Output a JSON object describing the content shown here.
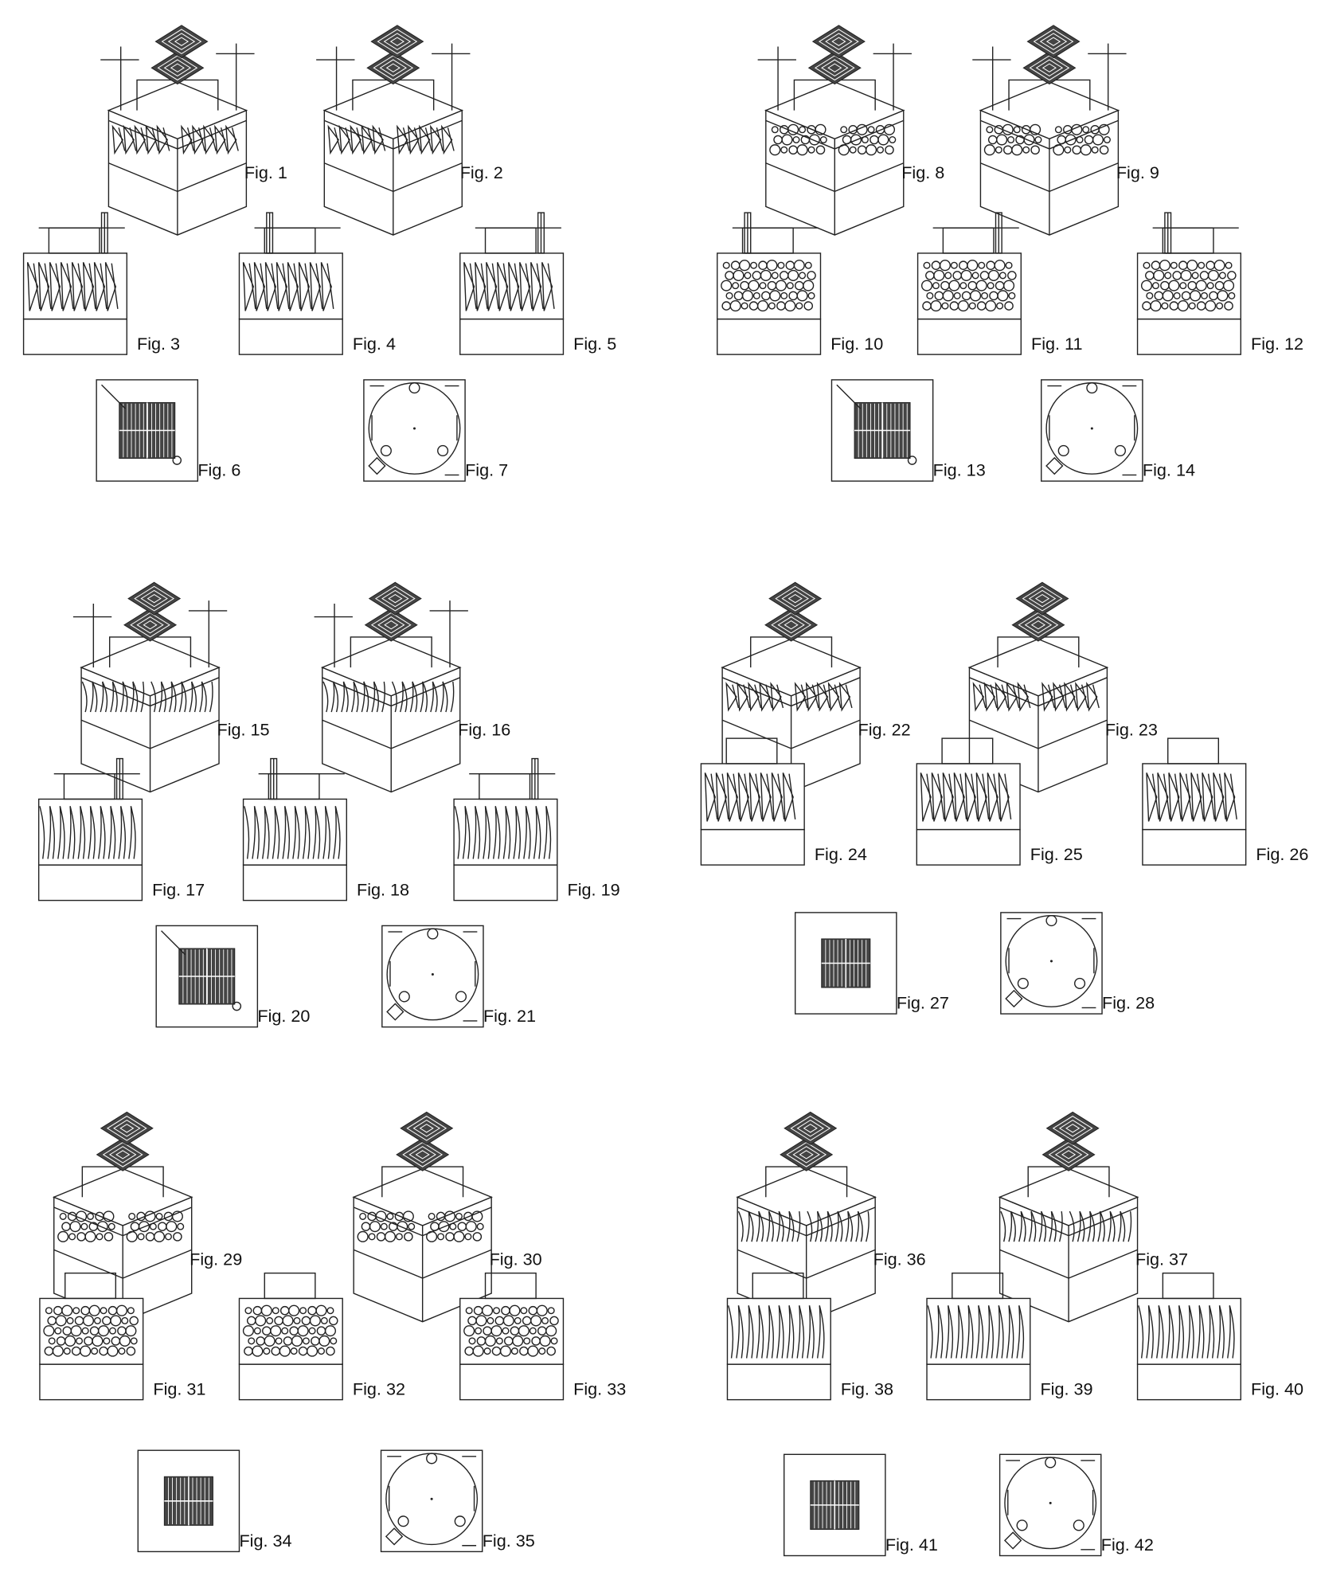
{
  "figures": [
    {
      "label": "Fig. 1"
    },
    {
      "label": "Fig. 2"
    },
    {
      "label": "Fig. 3"
    },
    {
      "label": "Fig. 4"
    },
    {
      "label": "Fig. 5"
    },
    {
      "label": "Fig. 6"
    },
    {
      "label": "Fig. 7"
    },
    {
      "label": "Fig. 8"
    },
    {
      "label": "Fig. 9"
    },
    {
      "label": "Fig. 10"
    },
    {
      "label": "Fig. 11"
    },
    {
      "label": "Fig. 12"
    },
    {
      "label": "Fig. 13"
    },
    {
      "label": "Fig. 14"
    },
    {
      "label": "Fig. 15"
    },
    {
      "label": "Fig. 16"
    },
    {
      "label": "Fig. 17"
    },
    {
      "label": "Fig. 18"
    },
    {
      "label": "Fig. 19"
    },
    {
      "label": "Fig. 20"
    },
    {
      "label": "Fig. 21"
    },
    {
      "label": "Fig. 22"
    },
    {
      "label": "Fig. 23"
    },
    {
      "label": "Fig. 24"
    },
    {
      "label": "Fig. 25"
    },
    {
      "label": "Fig. 26"
    },
    {
      "label": "Fig. 27"
    },
    {
      "label": "Fig. 28"
    },
    {
      "label": "Fig. 29"
    },
    {
      "label": "Fig. 30"
    },
    {
      "label": "Fig. 31"
    },
    {
      "label": "Fig. 32"
    },
    {
      "label": "Fig. 33"
    },
    {
      "label": "Fig. 34"
    },
    {
      "label": "Fig. 35"
    },
    {
      "label": "Fig. 36"
    },
    {
      "label": "Fig. 37"
    },
    {
      "label": "Fig. 38"
    },
    {
      "label": "Fig. 39"
    },
    {
      "label": "Fig. 40"
    },
    {
      "label": "Fig. 41"
    },
    {
      "label": "Fig. 42"
    }
  ]
}
